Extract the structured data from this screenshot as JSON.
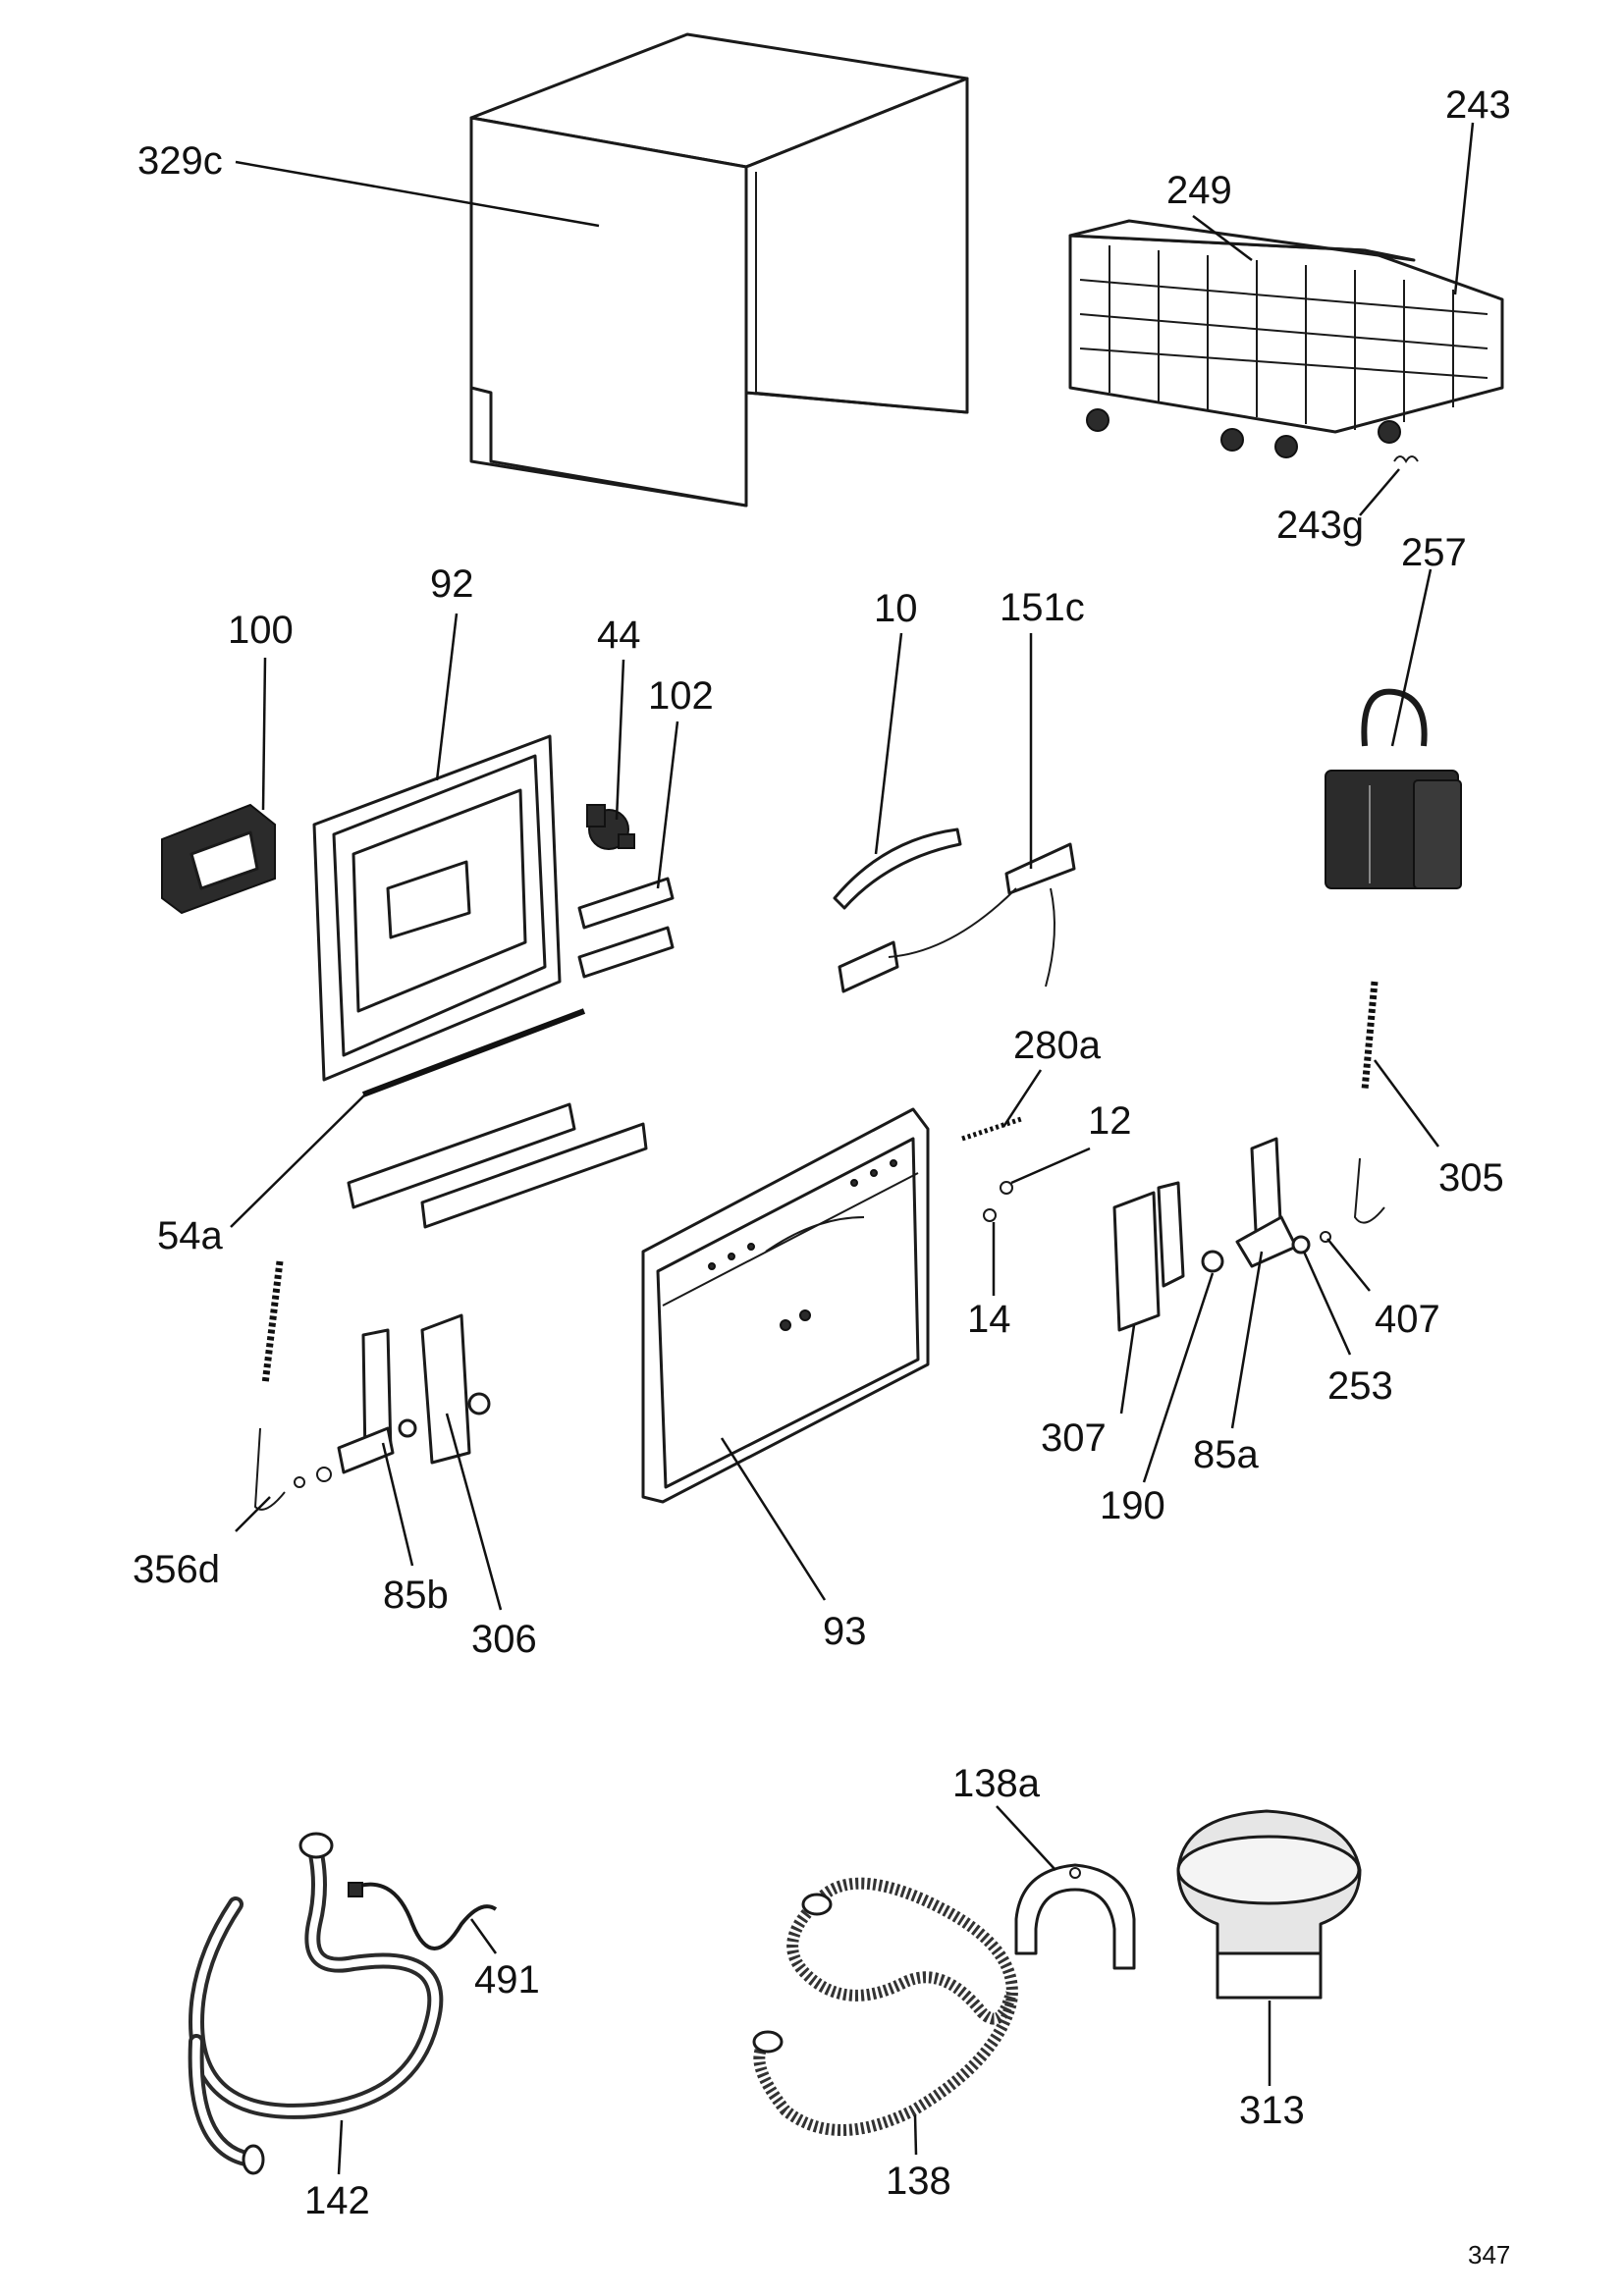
{
  "labels": {
    "l329c": "329c",
    "l243": "243",
    "l249": "249",
    "l243g": "243g",
    "l257": "257",
    "l92": "92",
    "l100": "100",
    "l44": "44",
    "l102": "102",
    "l10": "10",
    "l151c": "151c",
    "l280a": "280a",
    "l12": "12",
    "l305": "305",
    "l54a": "54a",
    "l14": "14",
    "l407": "407",
    "l253": "253",
    "l307": "307",
    "l85a": "85a",
    "l190": "190",
    "l356d": "356d",
    "l85b": "85b",
    "l306": "306",
    "l93": "93",
    "l138a": "138a",
    "l491": "491",
    "l313": "313",
    "l142": "142",
    "l138": "138"
  },
  "page_number": "347",
  "colors": {
    "line": "#1a1a1a",
    "background": "#ffffff"
  }
}
